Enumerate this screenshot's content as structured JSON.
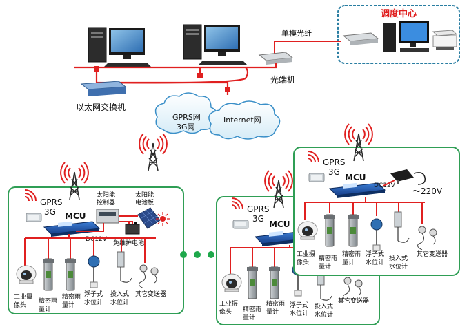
{
  "dispatch_center": {
    "title": "调度中心"
  },
  "fiber_label": "单模光纤",
  "optical_terminal_label": "光端机",
  "ethernet_switch_label": "以太网交换机",
  "cloud": {
    "gprs_line1": "GPRS网",
    "gprs_line2": "3G网",
    "internet": "Internet网"
  },
  "station": {
    "gprs_line1": "GPRS",
    "gprs_line2": "3G",
    "mcu": "MCU",
    "dc": "DC12V",
    "solar_controller_line1": "太阳能",
    "solar_controller_line2": "控制器",
    "solar_panel_line1": "太阳能",
    "solar_panel_line2": "电池板",
    "battery": "免维护电池",
    "ac": "～220V",
    "devices": [
      {
        "line1": "工业摄",
        "line2": "像头"
      },
      {
        "line1": "精密雨",
        "line2": "量计"
      },
      {
        "line1": "精密雨",
        "line2": "量计"
      },
      {
        "line1": "浮子式",
        "line2": "水位计"
      },
      {
        "line1": "投入式",
        "line2": "水位计"
      },
      {
        "line1": "其它变送器",
        "line2": ""
      }
    ]
  },
  "colors": {
    "network_line": "#e02020",
    "station_border": "#2f9e55",
    "dispatch_border": "#2a7ea2",
    "ellipsis": "#1ea84b"
  }
}
